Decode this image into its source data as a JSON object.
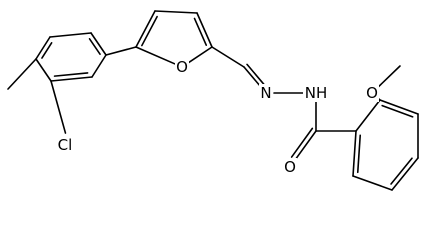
{
  "molecule": {
    "atoms": [
      {
        "id": "O_furan",
        "label": "O"
      },
      {
        "id": "Cl",
        "label": "Cl"
      },
      {
        "id": "N_imine",
        "label": "N"
      },
      {
        "id": "NH",
        "label": "NH"
      },
      {
        "id": "O_methoxy",
        "label": "O"
      },
      {
        "id": "O_carbonyl",
        "label": "O"
      }
    ]
  }
}
